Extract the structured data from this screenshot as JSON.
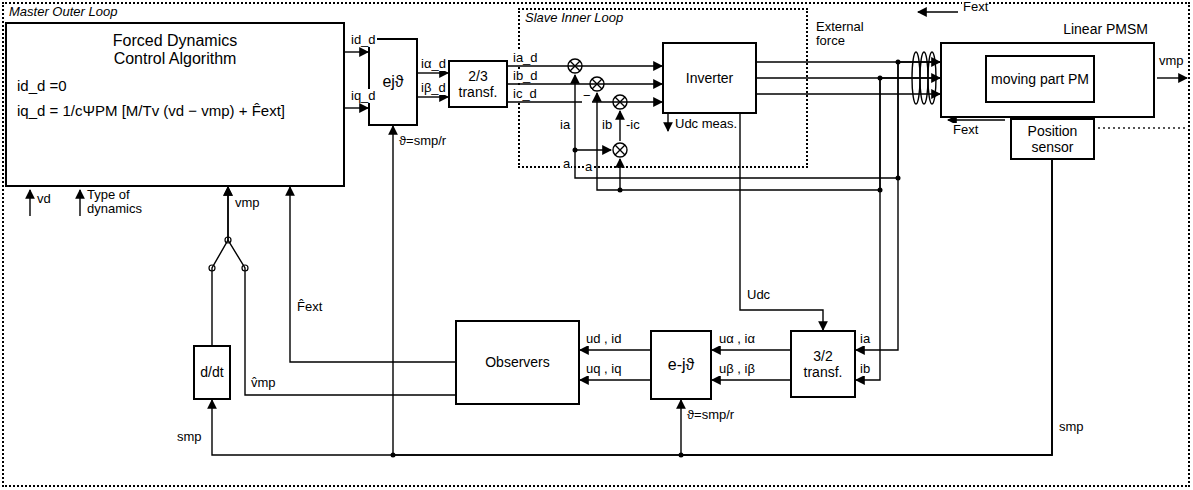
{
  "diagram": {
    "nodes": [
      {
        "text": [
          "Master Outer Loop"
        ]
      },
      {
        "text": [
          "Forced Dynamics Control Algorithm",
          "id_d =0",
          "iq_d = 1/cΨPM [M/Tv (vd − vmp) + F̂ext]"
        ],
        "in": 0
      },
      {
        "text": [
          "ejϑ"
        ],
        "in": 0
      },
      {
        "text": [
          "2/3 transf."
        ],
        "in": 0
      },
      {
        "text": [
          "Slave Inner Loop"
        ],
        "in": 0
      },
      {
        "text": [
          "Inverter"
        ],
        "in": 4
      },
      {
        "text": [
          "Linear PMSM"
        ],
        "in": 0
      },
      {
        "text": [
          "moving part PM"
        ],
        "in": 6
      },
      {
        "text": [
          "Position sensor"
        ],
        "in": 0
      },
      {
        "text": [
          "3/2 transf."
        ],
        "in": 0
      },
      {
        "text": [
          "e-jϑ"
        ],
        "in": 0
      },
      {
        "text": [
          "Observers"
        ],
        "in": 0
      },
      {
        "text": [
          "d/dt"
        ],
        "in": 0
      }
    ],
    "edges": [
      {
        "from": 1,
        "to": 2,
        "arrow": "to",
        "label": "id_d"
      },
      {
        "from": 1,
        "to": 2,
        "arrow": "to",
        "label": "iq_d"
      },
      {
        "from": 2,
        "to": 3,
        "arrow": "to",
        "label": "iα_d"
      },
      {
        "from": 2,
        "to": 3,
        "arrow": "to",
        "label": "iβ_d"
      },
      {
        "from": 3,
        "to": 5,
        "arrow": "to",
        "label": "ia_d"
      },
      {
        "from": 3,
        "to": 5,
        "arrow": "to",
        "label": "ib_d"
      },
      {
        "from": 3,
        "to": 5,
        "arrow": "to",
        "label": "ic_d"
      },
      {
        "from": 5,
        "to": 6,
        "arrow": "to"
      },
      {
        "from": 5,
        "to": 6,
        "arrow": "to"
      },
      {
        "from": 5,
        "to": 6,
        "arrow": "to"
      },
      {
        "from": 6,
        "to": 9,
        "arrow": "to",
        "label": "ia"
      },
      {
        "from": 6,
        "to": 9,
        "arrow": "to",
        "label": "ib"
      },
      {
        "from": 5,
        "to": 9,
        "arrow": "to",
        "label": "Udc"
      },
      {
        "from": 9,
        "to": 10,
        "arrow": "to",
        "label": "uα , iα"
      },
      {
        "from": 9,
        "to": 10,
        "arrow": "to",
        "label": "uβ , iβ"
      },
      {
        "from": 10,
        "to": 11,
        "arrow": "to",
        "label": "ud , id"
      },
      {
        "from": 10,
        "to": 11,
        "arrow": "to",
        "label": "uq , iq"
      },
      {
        "from": 11,
        "to": 1,
        "arrow": "to",
        "label": "F̂ext"
      },
      {
        "from": 11,
        "to": 1,
        "arrow": "to",
        "label": "v̂mp"
      },
      {
        "from": 12,
        "to": 1,
        "arrow": "to",
        "label": "vmp"
      },
      {
        "from": 8,
        "to": 12,
        "arrow": "to",
        "label": "smp"
      },
      {
        "from": 8,
        "to": 2,
        "arrow": "to",
        "label": "ϑ=smp/r"
      },
      {
        "from": 8,
        "to": 10,
        "arrow": "to",
        "label": "ϑ=smp/r"
      }
    ],
    "labels": [
      "External force",
      "Fext",
      "Fext",
      "vmp",
      "vd",
      "Type of dynamics",
      "Udc meas.",
      "ia",
      "ib",
      "-ic",
      "a",
      "a",
      "−",
      "smp"
    ]
  }
}
